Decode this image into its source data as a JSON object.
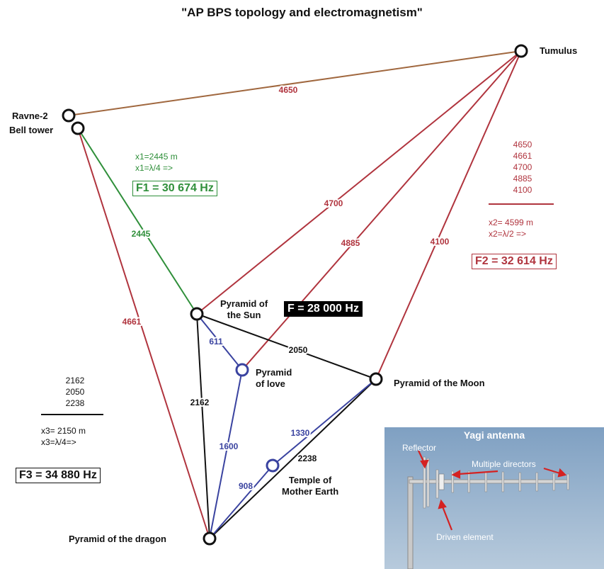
{
  "title": "\"AP BPS topology and electromagnetism\"",
  "nodes": {
    "tumulus": "Tumulus",
    "ravne": "Ravne-2",
    "bell_tower": "Bell tower",
    "sun": [
      "Pyramid of",
      "the Sun"
    ],
    "love": [
      "Pyramid",
      "of love"
    ],
    "moon": "Pyramid of the Moon",
    "temple": [
      "Temple of",
      "Mother Earth"
    ],
    "dragon": "Pyramid of the dragon"
  },
  "edges": {
    "tumulus_ravne": "4650",
    "tumulus_sun": "4700",
    "tumulus_love": "4885",
    "tumulus_moon": "4100",
    "bell_sun": "2445",
    "bell_dragon": "4661",
    "sun_love": "611",
    "sun_moon": "2050",
    "sun_dragon": "2162",
    "love_dragon": "1600",
    "moon_temple": "1330",
    "moon_dragon": "2238",
    "temple_dragon": "908"
  },
  "f_main": "F = 28 000 Hz",
  "calc1": {
    "line1": "x1=2445 m",
    "line2": "x1=λ/4 =>",
    "freq": "F1 = 30 674 Hz"
  },
  "calc2": {
    "values": [
      "4650",
      "4661",
      "4700",
      "4885",
      "4100"
    ],
    "mean": "x2= 4599 m",
    "rel": "x2=λ/2 =>",
    "freq": "F2 = 32 614 Hz"
  },
  "calc3": {
    "values": [
      "2162",
      "2050",
      "2238"
    ],
    "mean": "x3= 2150 m",
    "rel": "x3=λ/4=>",
    "freq": "F3 = 34 880 Hz"
  },
  "yagi": {
    "title": "Yagi antenna",
    "reflector": "Reflector",
    "directors": "Multiple directors",
    "driven": "Driven element"
  },
  "colors": {
    "brown": "#a0673e",
    "red": "#b0343e",
    "green": "#2f8f3a",
    "blue": "#3a43a0",
    "black": "#111111"
  }
}
